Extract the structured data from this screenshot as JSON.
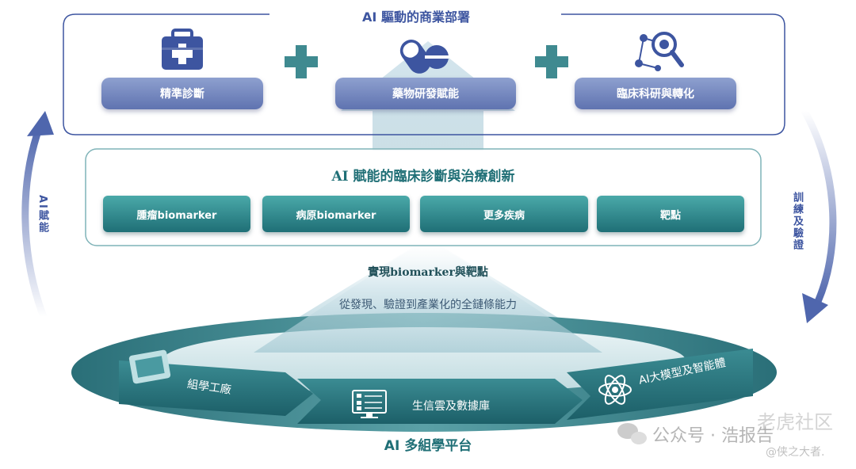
{
  "top_section": {
    "title": "AI 驅動的商業部署",
    "items": [
      {
        "label": "精準診斷",
        "icon": "medical-kit-icon"
      },
      {
        "label": "藥物研發賦能",
        "icon": "pill-capsule-icon"
      },
      {
        "label": "臨床科研與轉化",
        "icon": "magnifier-molecule-icon"
      }
    ]
  },
  "middle_section": {
    "title": "AI 賦能的臨床診斷與治療創新",
    "items": [
      {
        "label": "腫瘤biomarker"
      },
      {
        "label": "病原biomarker"
      },
      {
        "label": "更多疾病"
      },
      {
        "label": "靶點"
      }
    ]
  },
  "left_arrow_label": "AI賦能",
  "right_arrow_label": "訓練及驗證",
  "center_text": {
    "headline": "實現biomarker與靶點",
    "subline": "從發現、驗證到產業化的全鏈條能力"
  },
  "platform": {
    "title": "AI 多組學平台",
    "stages": [
      {
        "label": "組學工廠",
        "icon": "lab-image-icon"
      },
      {
        "label": "生信雲及數據庫",
        "icon": "network-monitor-icon"
      },
      {
        "label": "AI大模型及智能體",
        "icon": "atom-icon"
      }
    ]
  },
  "watermark": {
    "line1": "公众号 · 浩报告",
    "line2": "老虎社区",
    "line3": "@侠之大者."
  },
  "colors": {
    "navy": "#3d55a0",
    "teal_dark": "#1f6f76",
    "teal_light": "#4aa9a9",
    "blue_pill": "#6f82bd"
  }
}
